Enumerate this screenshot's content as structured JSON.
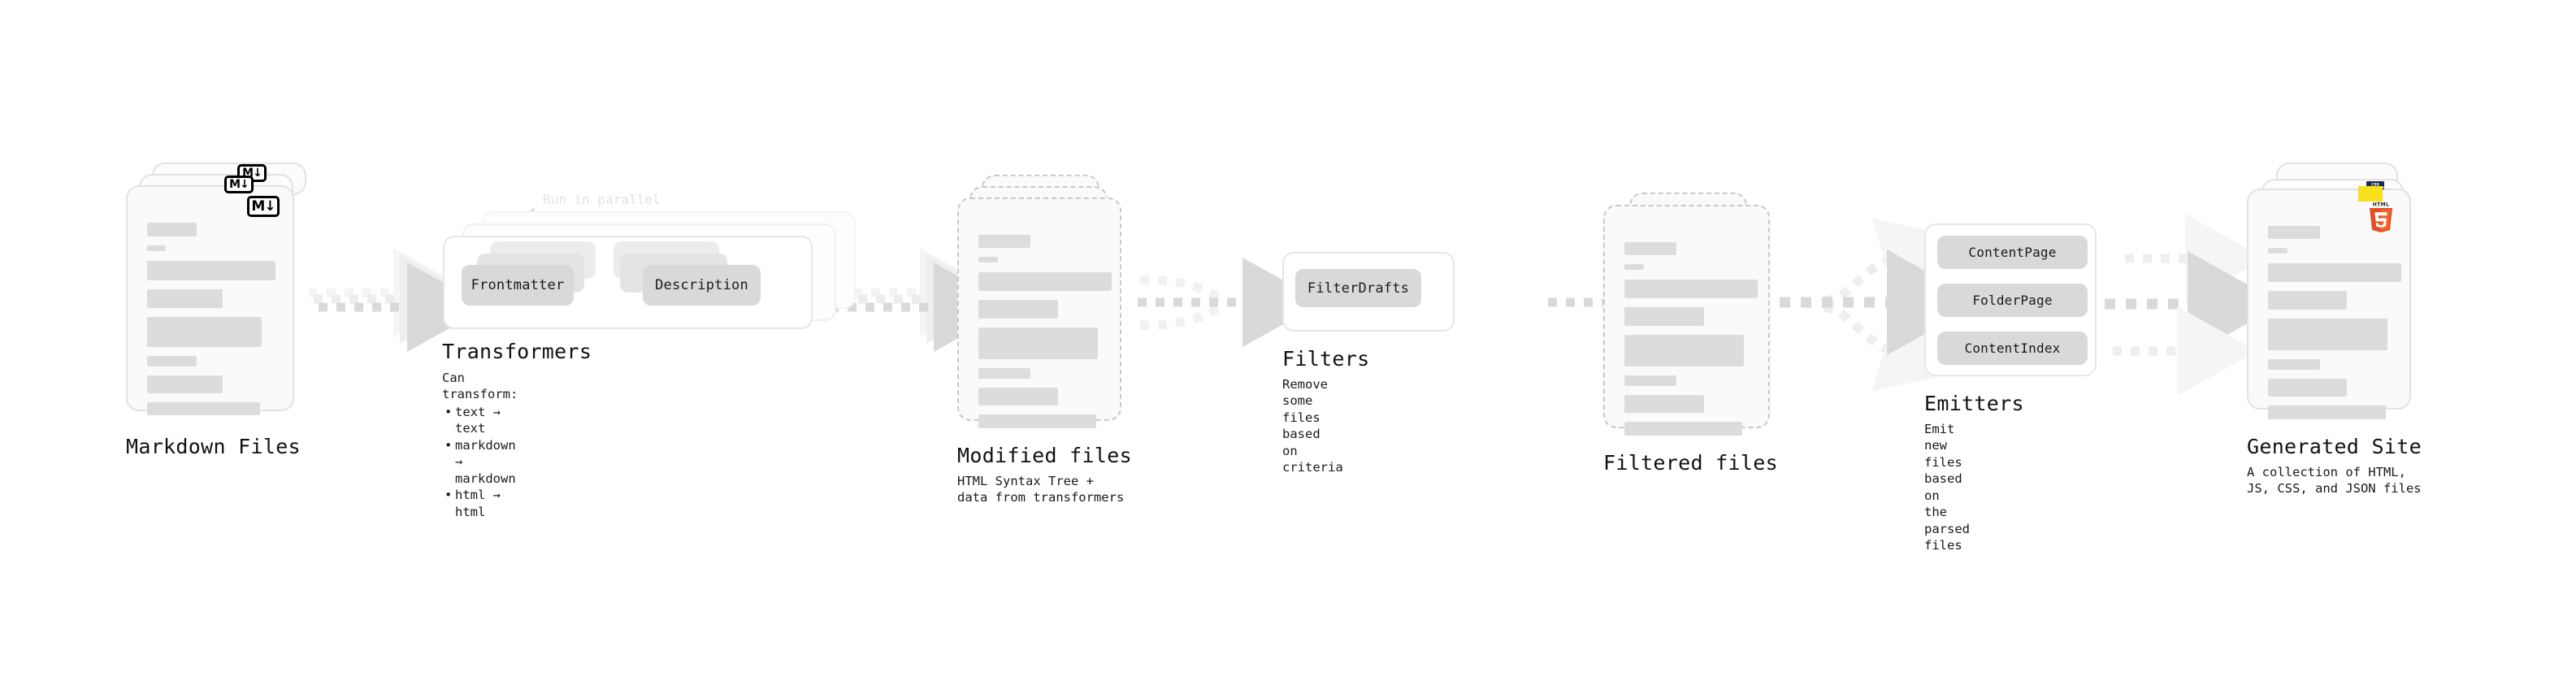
{
  "diagram": {
    "title_semantics": "quartz-build-pipeline",
    "accent_colors": {
      "html5": "#e44d26",
      "html5_dark": "#f16529",
      "css3": "#264de4",
      "js": "#f7df1e",
      "arrow": "#d9d9d9",
      "card_fill": "#fafafa",
      "card_border": "#e2e2e2",
      "skeleton_bar": "#dcdcdc",
      "chip_fill": "#d9d9d9",
      "text": "#111111",
      "annotation_text": "#e3e3e3"
    }
  },
  "stages": {
    "markdown_files": {
      "title": "Markdown Files",
      "badge_label": "M↓",
      "badge_icon": "markdown-icon"
    },
    "transformers": {
      "title": "Transformers",
      "annotation": "Run in parallel",
      "chips": [
        "Frontmatter",
        "Description"
      ],
      "detail_lead": "Can transform:",
      "detail_bullets": [
        "text → text",
        "markdown → markdown",
        "html → html"
      ]
    },
    "modified_files": {
      "title": "Modified files",
      "subtitle": "HTML Syntax Tree +\ndata from transformers"
    },
    "filters": {
      "title": "Filters",
      "chips": [
        "FilterDrafts"
      ],
      "subtitle": "Remove some files based\non criteria"
    },
    "filtered_files": {
      "title": "Filtered files",
      "subtitle": ""
    },
    "emitters": {
      "title": "Emitters",
      "chips": [
        "ContentPage",
        "FolderPage",
        "ContentIndex"
      ],
      "subtitle": "Emit new files based on\nthe parsed files"
    },
    "generated_site": {
      "title": "Generated Site",
      "subtitle": "A collection of HTML,\nJS, CSS, and JSON files",
      "badges": [
        "html5-icon",
        "js-icon",
        "css3-icon"
      ],
      "badge_labels": {
        "html5": "HTML",
        "css3": "CSS3"
      }
    }
  }
}
